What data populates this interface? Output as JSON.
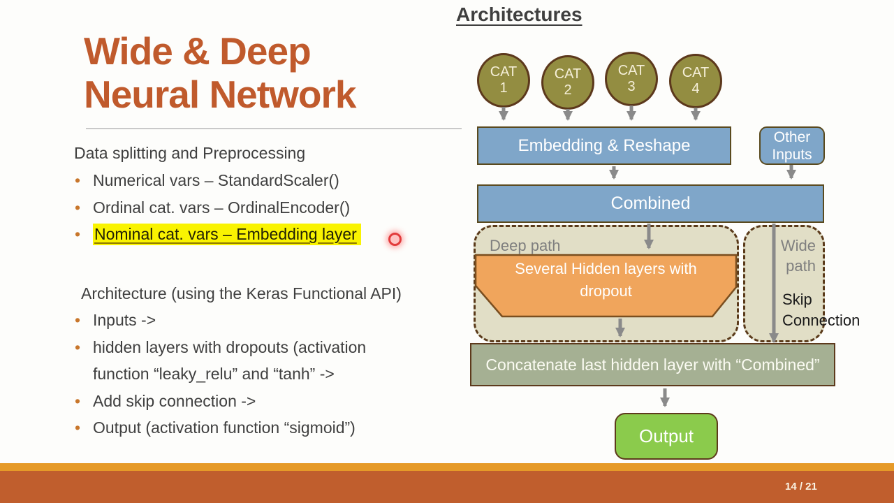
{
  "slide": {
    "title": {
      "line1": "Wide & Deep",
      "line2": "Neural Network"
    },
    "left": {
      "section1_heading": "Data splitting and Preprocessing",
      "section1_bullets": [
        "Numerical vars – StandardScaler()",
        "Ordinal cat. vars – OrdinalEncoder()",
        "Nominal cat. vars – Embedding layer"
      ],
      "section2_heading": "Architecture (using the Keras Functional API)",
      "section2_bullets": [
        "Inputs ->",
        "hidden layers with dropouts (activation function “leaky_relu” and “tanh” ->",
        "Add skip connection ->",
        "Output (activation function “sigmoid”)"
      ]
    },
    "diagram": {
      "heading": "Architectures",
      "cat_nodes": [
        {
          "line1": "CAT",
          "line2": "1"
        },
        {
          "line1": "CAT",
          "line2": "2"
        },
        {
          "line1": "CAT",
          "line2": "3"
        },
        {
          "line1": "CAT",
          "line2": "4"
        }
      ],
      "embedding_box": "Embedding & Reshape",
      "other_inputs": {
        "line1": "Other",
        "line2": "Inputs"
      },
      "combined_box": "Combined",
      "deep_path_label": "Deep path",
      "wide_path_label": {
        "line1": "Wide",
        "line2": "path"
      },
      "hidden_layers_box": {
        "line1": "Several Hidden layers with",
        "line2": "dropout"
      },
      "skip_connection_label": {
        "line1": "Skip",
        "line2": "Connection"
      },
      "concatenate_box": "Concatenate last hidden layer with “Combined”",
      "output_box": "Output"
    },
    "footer": {
      "page_number": "14 / 21"
    },
    "colors": {
      "title_orange": "#c05a2c",
      "footer_bar": "#c05e2d",
      "footer_stripe": "#e69a28",
      "box_blue": "#7fa6c9",
      "cat_olive": "#938d41",
      "panel_beige": "#e1dec6",
      "hidden_layers_orange": "#f0a55c",
      "concatenate_sage": "#a5b093",
      "output_green": "#8bcb4c",
      "border_brown": "#5d3a1c",
      "arrow_gray": "#8a8a8a",
      "body_text": "#3f3f3f",
      "path_label_gray": "#7f7f7f",
      "highlight_yellow": "#f9f301",
      "bullet_orange": "#c8762b",
      "laser_red": "#e23b3b"
    }
  }
}
